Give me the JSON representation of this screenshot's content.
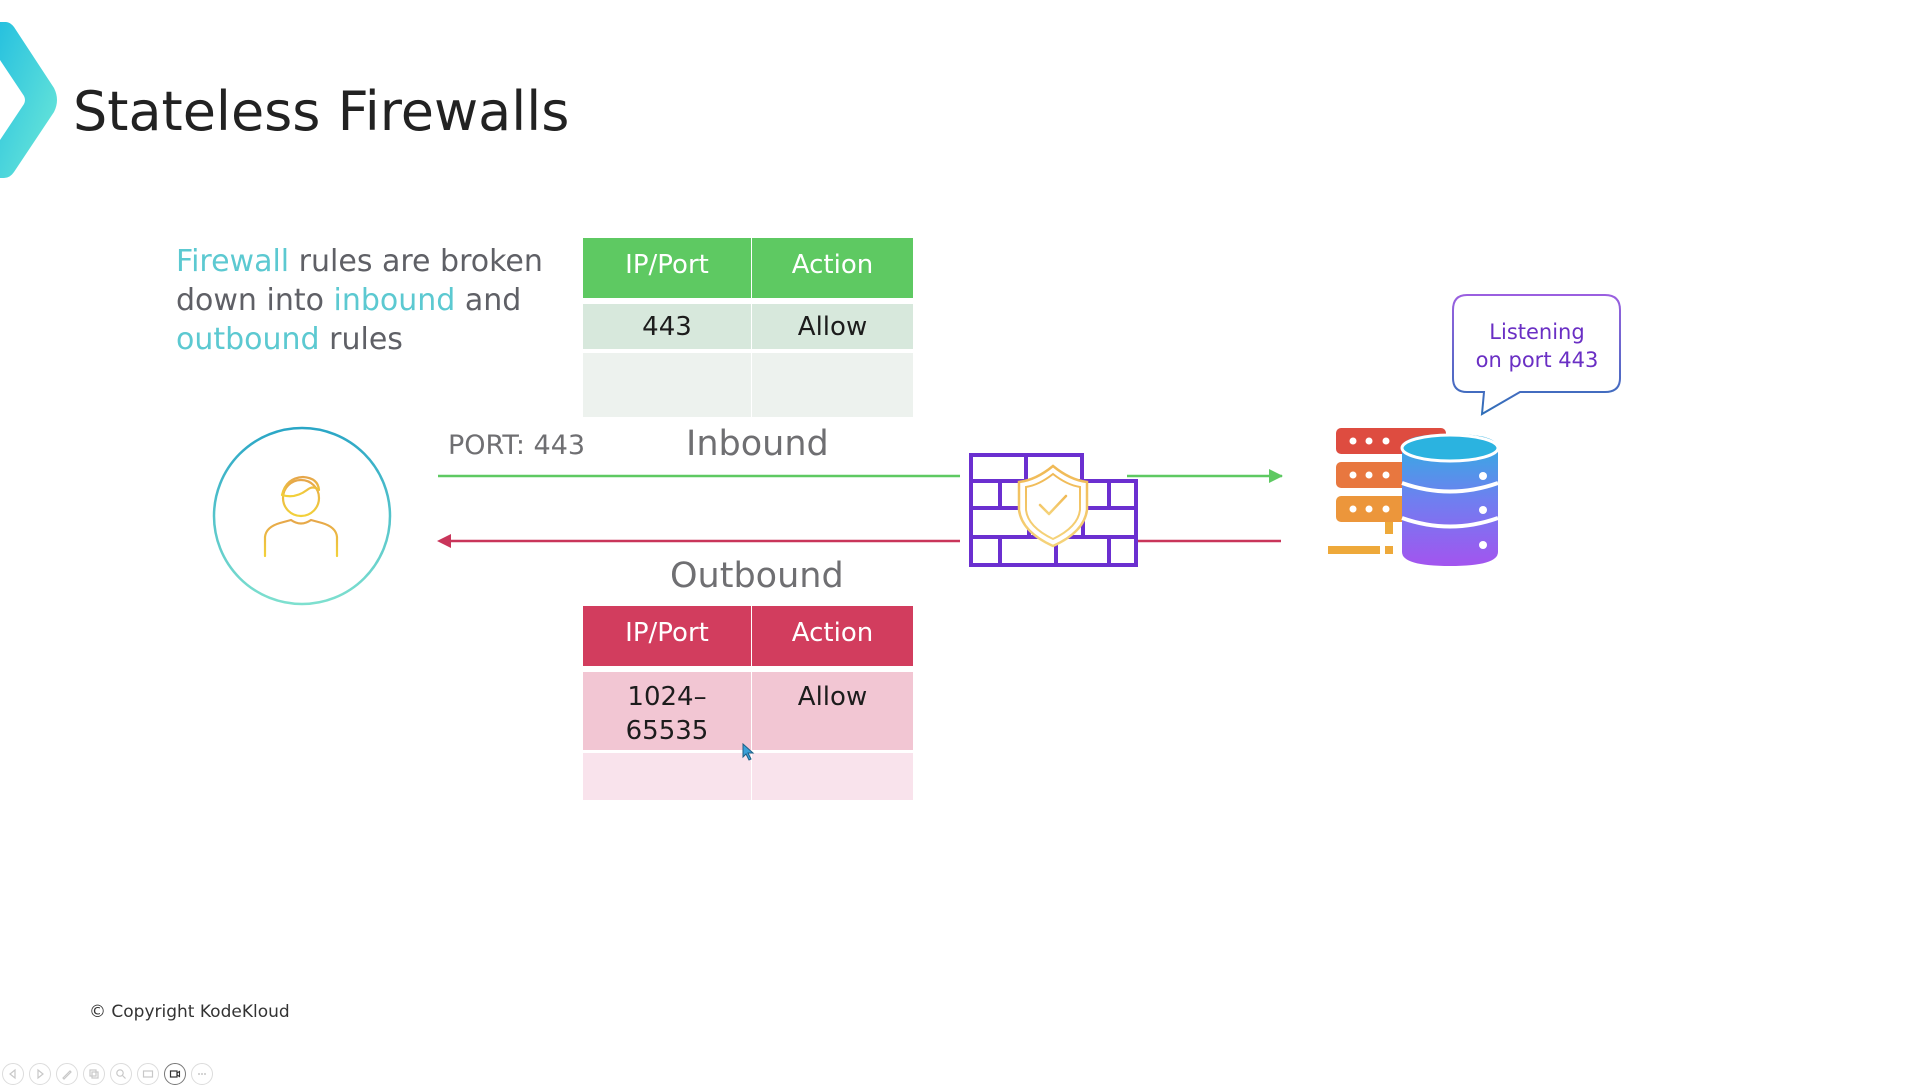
{
  "slide": {
    "title": "Stateless Firewalls",
    "intro": {
      "parts": [
        {
          "text": "Firewall",
          "highlight": true
        },
        {
          "text": " rules are broken down into ",
          "highlight": false
        },
        {
          "text": "inbound",
          "highlight": true
        },
        {
          "text": " and ",
          "highlight": false
        },
        {
          "text": "outbound",
          "highlight": true
        },
        {
          "text": " rules",
          "highlight": false
        }
      ]
    },
    "inbound_table": {
      "headers": [
        "IP/Port",
        "Action"
      ],
      "rows": [
        [
          "443",
          "Allow"
        ],
        [
          "",
          ""
        ]
      ]
    },
    "outbound_table": {
      "headers": [
        "IP/Port",
        "Action"
      ],
      "rows": [
        [
          "1024–\n65535",
          "Allow"
        ],
        [
          "",
          ""
        ]
      ]
    },
    "port_label": "PORT: 443",
    "inbound_label": "Inbound",
    "outbound_label": "Outbound",
    "bubble": {
      "line1": "Listening",
      "line2": "on port 443"
    },
    "copyright": "© Copyright KodeKloud"
  },
  "icons": {
    "logo": "kodekloud-chevron-logo",
    "client": "user-icon",
    "firewall": "firewall-shield-icon",
    "server": "server-database-icon"
  },
  "colors": {
    "accent_teal": "#5cc9d1",
    "inbound_green": "#5ec962",
    "outbound_red": "#d23d5e",
    "firewall_purple": "#6b2fd0",
    "bubble_text": "#6a2fc4"
  },
  "toolbar": {
    "buttons": [
      {
        "name": "previous-slide",
        "icon": "previous-icon"
      },
      {
        "name": "next-slide",
        "icon": "next-icon"
      },
      {
        "name": "pen",
        "icon": "pen-icon"
      },
      {
        "name": "see-all-slides",
        "icon": "slides-icon"
      },
      {
        "name": "zoom",
        "icon": "zoom-icon"
      },
      {
        "name": "subtitles",
        "icon": "subtitles-icon"
      },
      {
        "name": "camera",
        "icon": "camera-icon",
        "active": true
      },
      {
        "name": "more-options",
        "icon": "more-icon"
      }
    ]
  }
}
